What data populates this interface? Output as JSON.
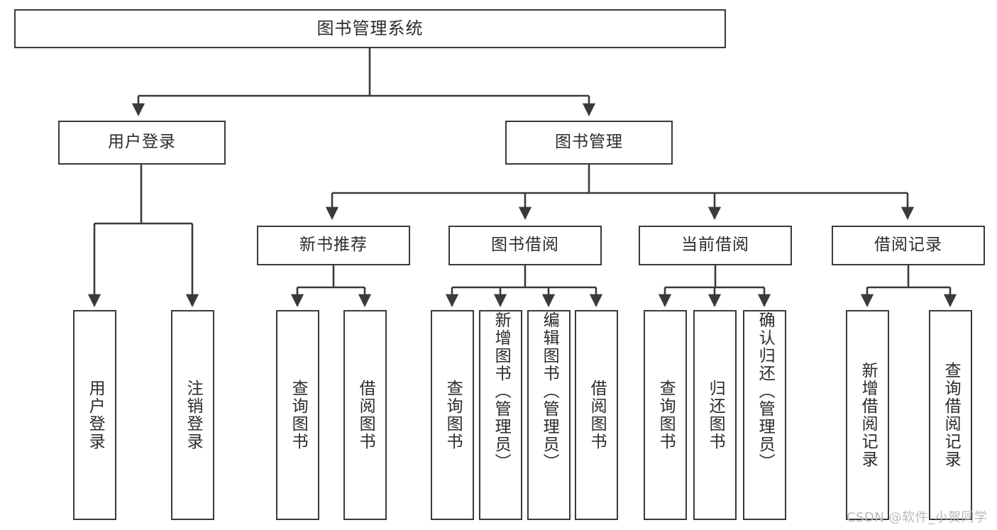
{
  "diagram": {
    "type": "tree-hierarchy",
    "title": "图书管理系统",
    "root": {
      "label": "图书管理系统"
    },
    "level2": [
      {
        "id": "user-login",
        "label": "用户登录"
      },
      {
        "id": "book-management",
        "label": "图书管理"
      }
    ],
    "level3": [
      {
        "id": "new-book-recommend",
        "label": "新书推荐",
        "parent": "book-management"
      },
      {
        "id": "book-borrow",
        "label": "图书借阅",
        "parent": "book-management"
      },
      {
        "id": "current-borrow",
        "label": "当前借阅",
        "parent": "book-management"
      },
      {
        "id": "borrow-record",
        "label": "借阅记录",
        "parent": "book-management"
      }
    ],
    "leaves": [
      {
        "id": "leaf-user-login",
        "label": "用户登录",
        "parent": "user-login"
      },
      {
        "id": "leaf-logout",
        "label": "注销登录",
        "parent": "user-login"
      },
      {
        "id": "leaf-query-book-1",
        "label": "查询图书",
        "parent": "new-book-recommend"
      },
      {
        "id": "leaf-borrow-book-1",
        "label": "借阅图书",
        "parent": "new-book-recommend"
      },
      {
        "id": "leaf-query-book-2",
        "label": "查询图书",
        "parent": "book-borrow"
      },
      {
        "id": "leaf-add-book",
        "label": "新增图书（管理员）",
        "parent": "book-borrow"
      },
      {
        "id": "leaf-edit-book",
        "label": "编辑图书（管理员）",
        "parent": "book-borrow"
      },
      {
        "id": "leaf-borrow-book-2",
        "label": "借阅图书",
        "parent": "book-borrow"
      },
      {
        "id": "leaf-query-book-3",
        "label": "查询图书",
        "parent": "current-borrow"
      },
      {
        "id": "leaf-return-book",
        "label": "归还图书",
        "parent": "current-borrow"
      },
      {
        "id": "leaf-confirm-return",
        "label": "确认归还（管理员）",
        "parent": "current-borrow"
      },
      {
        "id": "leaf-add-record",
        "label": "新增借阅记录",
        "parent": "borrow-record"
      },
      {
        "id": "leaf-query-record",
        "label": "查询借阅记录",
        "parent": "borrow-record"
      }
    ],
    "watermark": "CSDN @软件_小贺同学",
    "colors": {
      "stroke": "#3a3a3a",
      "text": "#2b2b2b",
      "background": "#ffffff",
      "watermark": "#b9b9b9"
    }
  }
}
